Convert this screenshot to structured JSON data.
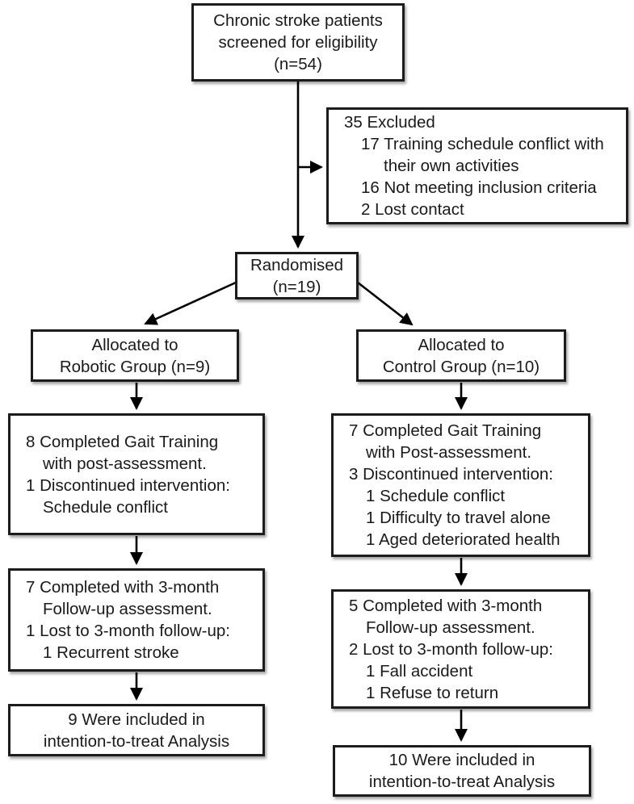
{
  "figure": {
    "type": "consort-flow-diagram",
    "background_color": "#ffffff",
    "box_border_color": "#1c1c1c",
    "arrow_color": "#000000"
  },
  "nodes": {
    "screened": {
      "lines": [
        "Chronic stroke patients",
        "screened for eligibility",
        "(n=54)"
      ]
    },
    "excluded": {
      "lines": [
        "35 Excluded",
        "17 Training schedule conflict with",
        "their own activities",
        "16 Not meeting inclusion criteria",
        "2 Lost contact"
      ]
    },
    "randomised": {
      "lines": [
        "Randomised",
        "(n=19)"
      ]
    },
    "alloc_robotic": {
      "lines": [
        "Allocated to",
        "Robotic Group (n=9)"
      ]
    },
    "alloc_control": {
      "lines": [
        "Allocated to",
        "Control Group (n=10)"
      ]
    },
    "completed_robotic": {
      "lines": [
        "8 Completed Gait Training",
        "with post-assessment.",
        "1 Discontinued intervention:",
        "Schedule conflict"
      ]
    },
    "completed_control": {
      "lines": [
        "7 Completed Gait Training",
        "with Post-assessment.",
        "3 Discontinued intervention:",
        "1 Schedule conflict",
        "1 Difficulty to travel alone",
        "1 Aged deteriorated health"
      ]
    },
    "followup_robotic": {
      "lines": [
        "7 Completed with 3-month",
        "Follow-up assessment.",
        "1 Lost to 3-month follow-up:",
        "1 Recurrent stroke"
      ]
    },
    "followup_control": {
      "lines": [
        "5 Completed with 3-month",
        "Follow-up assessment.",
        "2 Lost to 3-month follow-up:",
        "1 Fall accident",
        "1 Refuse to return"
      ]
    },
    "itt_robotic": {
      "lines": [
        "9 Were included in",
        "intention-to-treat Analysis"
      ]
    },
    "itt_control": {
      "lines": [
        "10 Were included in",
        "intention-to-treat Analysis"
      ]
    }
  }
}
